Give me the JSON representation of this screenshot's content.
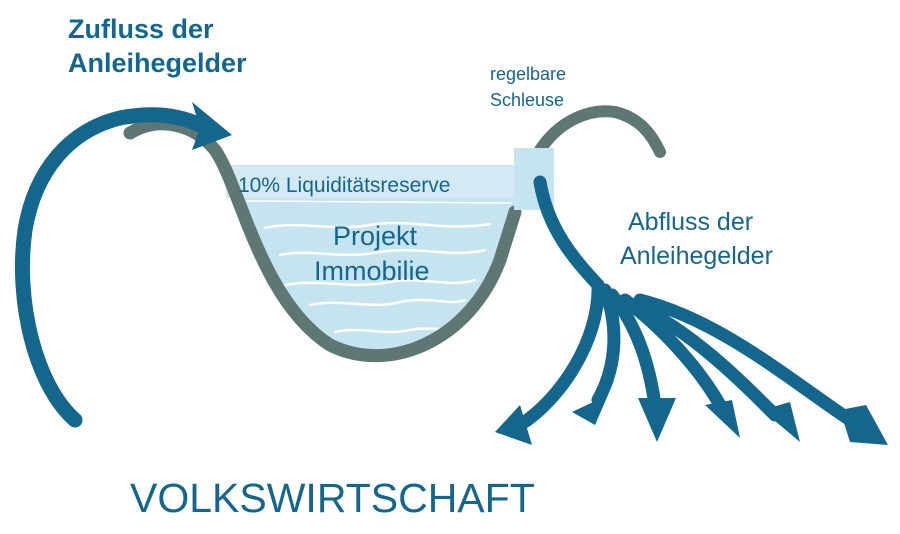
{
  "colors": {
    "flow": "#15668C",
    "terrain": "#5E7674",
    "water": "#C6E3F0",
    "reserve": "#D3EAF4"
  },
  "labels": {
    "inflow_line1": "Zufluss der",
    "inflow_line2": "Anleihegelder",
    "sluice_line1": "regelbare",
    "sluice_line2": "Schleuse",
    "outflow_line1": "Abfluss der",
    "outflow_line2": "Anleihegelder",
    "reserve": "10% Liquiditätsreserve",
    "project_line1": "Projekt",
    "project_line2": "Immobilie",
    "economy": "VOLKSWIRTSCHAFT"
  }
}
